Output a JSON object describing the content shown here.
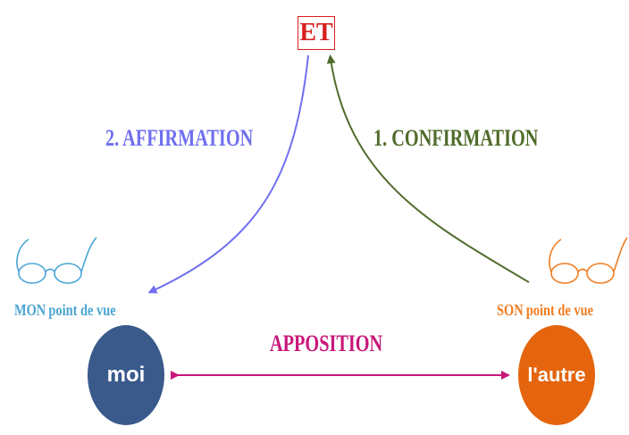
{
  "top": {
    "label": "ET",
    "color": "#d8201f"
  },
  "arrows": {
    "affirmation": {
      "label": "2. AFFIRMATION",
      "color": "#6f6ff0"
    },
    "confirmation": {
      "label": "1. CONFIRMATION",
      "color": "#4f6b2a"
    },
    "apposition": {
      "label": "APPOSITION",
      "color": "#c8177a"
    }
  },
  "left": {
    "pov_strong": "MON",
    "pov_rest": "point de vue",
    "color": "#4aa5d4",
    "circle_label": "moi",
    "circle_color": "#3a5a8c",
    "icon": "glasses-icon"
  },
  "right": {
    "pov_strong": "SON",
    "pov_rest": "point de vue",
    "color": "#ef7d22",
    "circle_label": "l'autre",
    "circle_color": "#e4650e",
    "icon": "glasses-icon"
  }
}
